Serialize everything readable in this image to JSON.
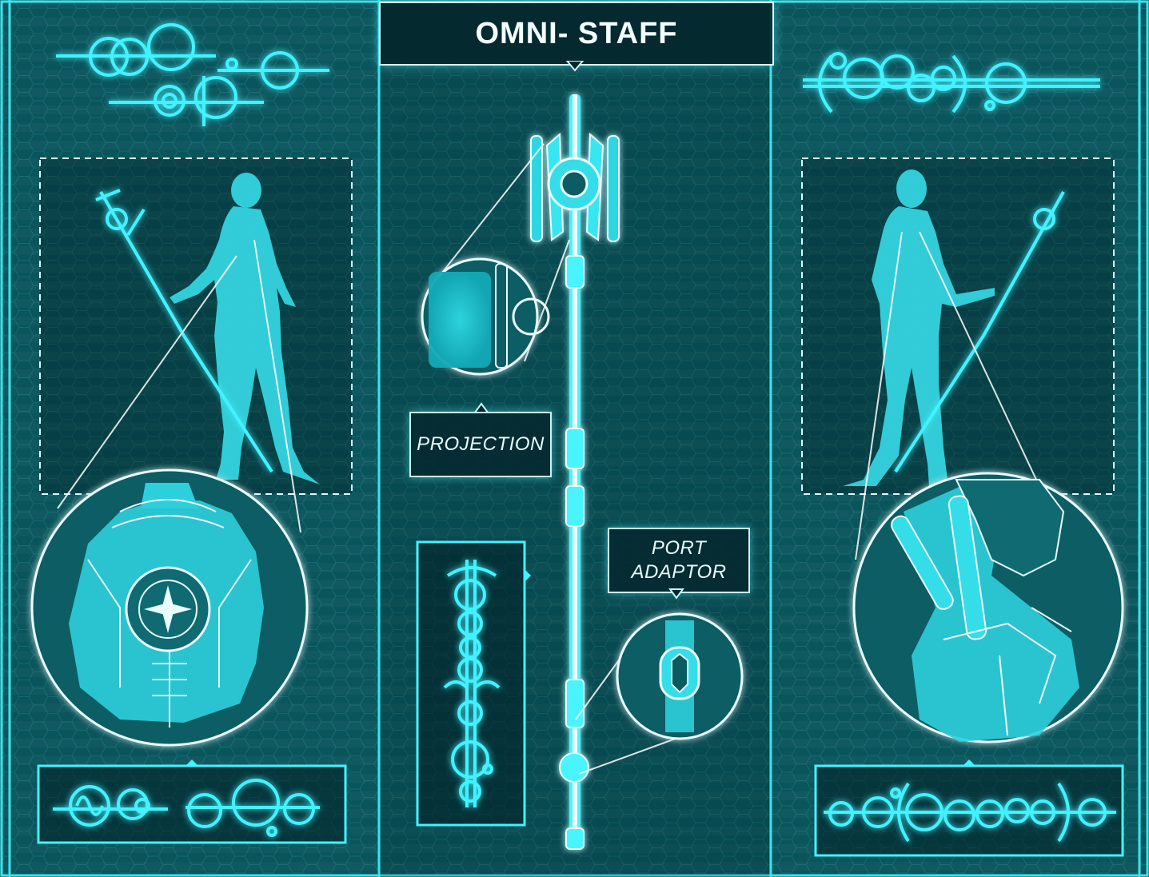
{
  "title": "OMNI- STAFF",
  "callouts": {
    "projection": "PROJECTION",
    "port_adaptor": "PORT\nADAPTOR"
  },
  "colors": {
    "background": "#07454b",
    "panel": "#0a5c63",
    "glow": "#3ff0ff",
    "line": "#d8fbff"
  }
}
